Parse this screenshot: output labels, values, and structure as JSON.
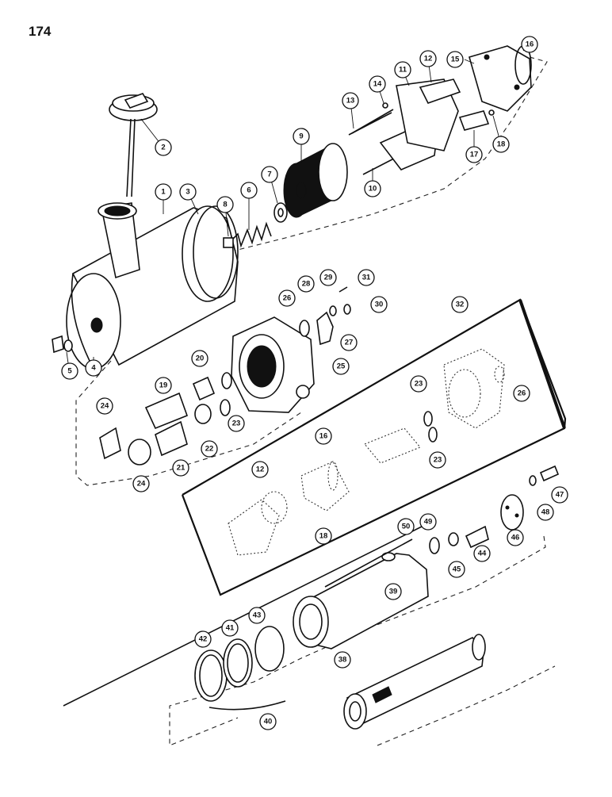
{
  "page": {
    "number": "174"
  },
  "callouts": [
    "1",
    "2",
    "3",
    "4",
    "5",
    "6",
    "7",
    "8",
    "9",
    "10",
    "11",
    "12",
    "13",
    "14",
    "15",
    "16",
    "17",
    "18",
    "19",
    "20",
    "21",
    "22",
    "23",
    "24",
    "25",
    "26",
    "27",
    "28",
    "29",
    "30",
    "31",
    "32",
    "38",
    "39",
    "40",
    "41",
    "42",
    "43",
    "44",
    "45",
    "46",
    "47",
    "48",
    "49",
    "50"
  ]
}
